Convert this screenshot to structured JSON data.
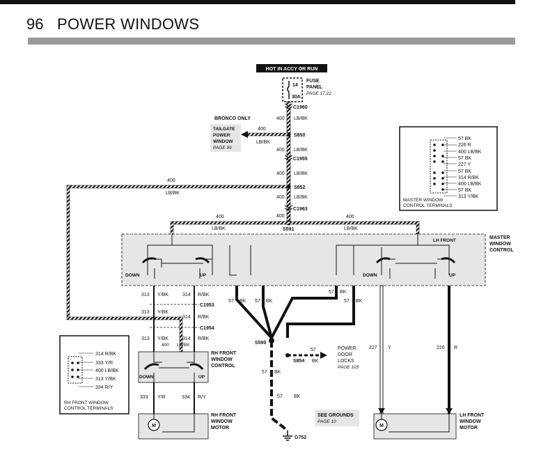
{
  "page": {
    "number": "96",
    "title": "POWER WINDOWS"
  },
  "hot_label": "HOT IN ACCY OR RUN",
  "fuse": {
    "number": "14",
    "rating": "30A",
    "label1": "FUSE",
    "label2": "PANEL",
    "ref": "PAGE 17,22"
  },
  "connectors": {
    "c1960": "C1960",
    "c1955": "C1955",
    "c1963": "C1963",
    "c1953": "C1953",
    "c1954": "C1954"
  },
  "splices": {
    "s850": "S850",
    "s852": "S852",
    "s591": "S591",
    "s590": "S590",
    "s854": "S854"
  },
  "bronco_only": "BRONCO ONLY",
  "tailgate": {
    "l1": "TAILGATE",
    "l2": "POWER",
    "l3": "WINDOW",
    "ref": "PAGE 99"
  },
  "wires": {
    "c400": "400",
    "lbbk": "LB/BK",
    "c313": "313",
    "ybk": "Y/BK",
    "c314": "314",
    "rbk": "R/BK",
    "c57": "57",
    "bk": "BK",
    "c333": "333",
    "yr": "Y/R",
    "c334": "334",
    "ry": "R/Y",
    "c227": "227",
    "y": "Y",
    "c226": "226",
    "r": "R"
  },
  "master": {
    "l1": "MASTER",
    "l2": "WINDOW",
    "l3": "CONTROL",
    "lh_front": "LH FRONT",
    "down": "DOWN",
    "up": "UP"
  },
  "rh_control": {
    "l1": "RH FRONT",
    "l2": "WINDOW",
    "l3": "CONTROL",
    "down": "DOWN",
    "up": "UP"
  },
  "rh_motor": {
    "l1": "RH FRONT",
    "l2": "WINDOW",
    "l3": "MOTOR",
    "m": "M"
  },
  "lh_motor": {
    "l1": "LH FRONT",
    "l2": "WINDOW",
    "l3": "MOTOR",
    "m": "M"
  },
  "door_locks": {
    "l1": "POWER",
    "l2": "DOOR",
    "l3": "LOCKS",
    "ref": "PAGE 103"
  },
  "grounds": {
    "label": "SEE GROUNDS",
    "ref": "PAGE 10",
    "g752": "G752"
  },
  "master_terminals": {
    "pins": [
      "57 BK",
      "226 R",
      "400 LB/BK",
      "57 BK",
      "227 Y",
      "57 BK",
      "314 R/BK",
      "400 LB/BK",
      "57 BK",
      "313 Y/BK"
    ],
    "caption1": "MASTER WINDOW",
    "caption2": "CONTROL TERMINALS"
  },
  "rh_terminals": {
    "pins": [
      "314 R/BK",
      "333 Y/R",
      "400 LB/BK",
      "313 Y/BK",
      "334 R/Y"
    ],
    "caption1": "RH FRONT WINDOW",
    "caption2": "CONTROL TERMINALS"
  },
  "colors": {
    "panel": "#e6e6e6",
    "heading_bar": "#9a9a9a",
    "ink": "#111111"
  }
}
